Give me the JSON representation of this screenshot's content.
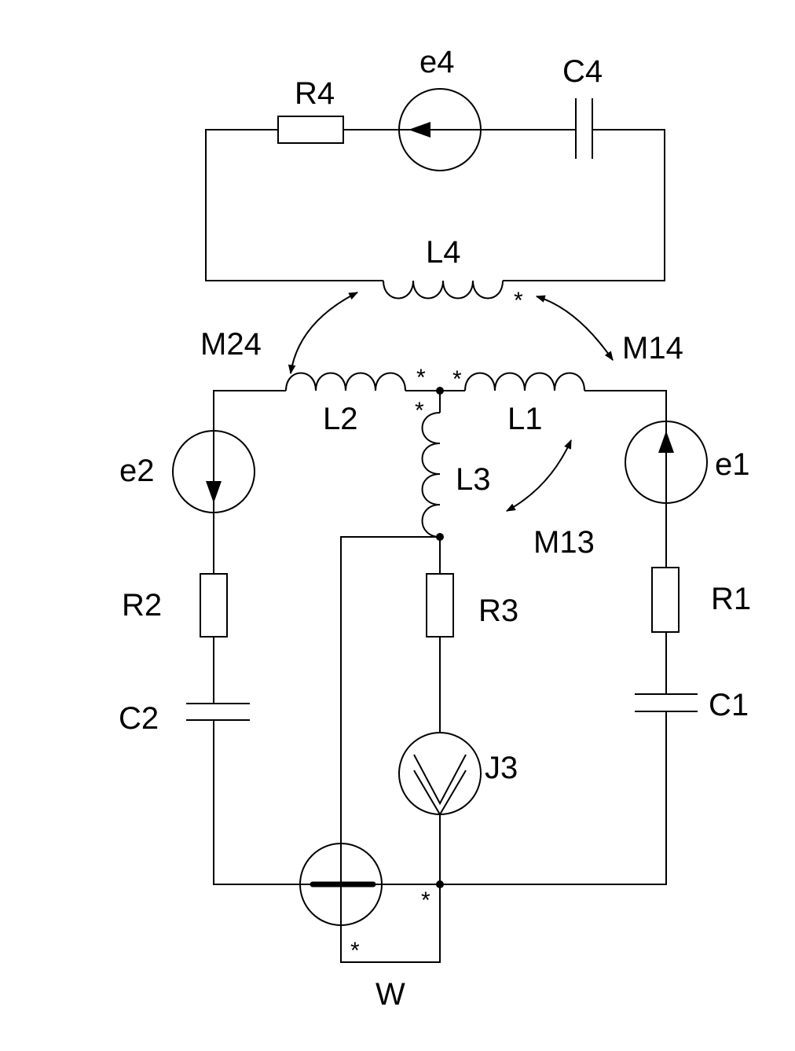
{
  "labels": {
    "R4": "R4",
    "e4": "e4",
    "C4": "C4",
    "L4": "L4",
    "M24": "M24",
    "M14": "M14",
    "L2": "L2",
    "L1": "L1",
    "L3": "L3",
    "e2": "e2",
    "e1": "e1",
    "M13": "M13",
    "R2": "R2",
    "R3": "R3",
    "R1": "R1",
    "C2": "C2",
    "C1": "C1",
    "J3": "J3",
    "W": "W"
  },
  "marks": {
    "star": "*"
  }
}
